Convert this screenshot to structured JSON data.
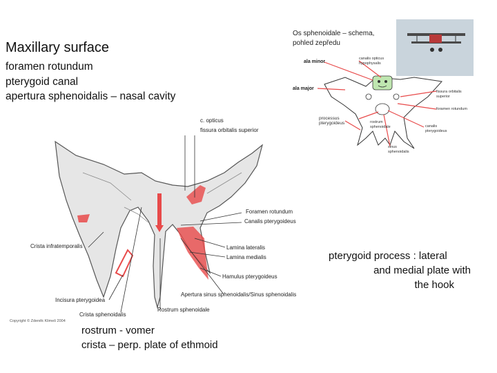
{
  "heading": "Maxillary surface",
  "list": [
    "foramen rotundum",
    "pterygoid canal",
    "apertura sphenoidalis – nasal cavity"
  ],
  "pterygoid_note": {
    "line1": "pterygoid process : lateral",
    "line2": "and medial plate with",
    "line3": "the hook"
  },
  "bottom_note": {
    "line1": "rostrum - vomer",
    "line2": "crista – perp. plate of ethmoid"
  },
  "main_labels": {
    "opticus": "c. opticus",
    "fissura": "fissura orbitalis superior",
    "foramen_rotundum": "Foramen rotundum",
    "canalis": "Canalis pterygoideus",
    "crista_infra": "Crista infratemporalis",
    "lamina_lat": "Lamina lateralis",
    "lamina_med": "Lamina medialis",
    "hamulus": "Hamulus pterygoideus",
    "apertura": "Apertura sinus sphenoidalis/Sinus sphenoidalis",
    "incisura": "Incisura pterygoidea",
    "rostrum": "Rostrum sphenoidale",
    "crista_sph": "Crista sphenoidalis",
    "copyright": "Copyright © Zdeněk Klimeš 2004"
  },
  "schema": {
    "title1": "Os sphenoidale – schema,",
    "title2": "pohled zepředu",
    "ala_minor": "ala minor",
    "ala_major": "ala major",
    "processus": "processus",
    "pterygoideus": "pterygoideus",
    "canalis_opt1": "canalis opticus",
    "canalis_opt2": "hypophysalis",
    "fissura1": "fissura orbitalis",
    "fissura2": "superior",
    "foramen": "foramen rotundum",
    "rostrum1": "rostrum",
    "rostrum2": "sphenoidale",
    "canalis_pt1": "canalis",
    "canalis_pt2": "pterygoideus",
    "sinus1": "sinus",
    "sinus2": "sphenoidalis"
  },
  "colors": {
    "highlight": "#e84a4a",
    "bone_fill": "#e6e6e6",
    "bone_stroke": "#555555",
    "sky": "#c9d4dc"
  }
}
